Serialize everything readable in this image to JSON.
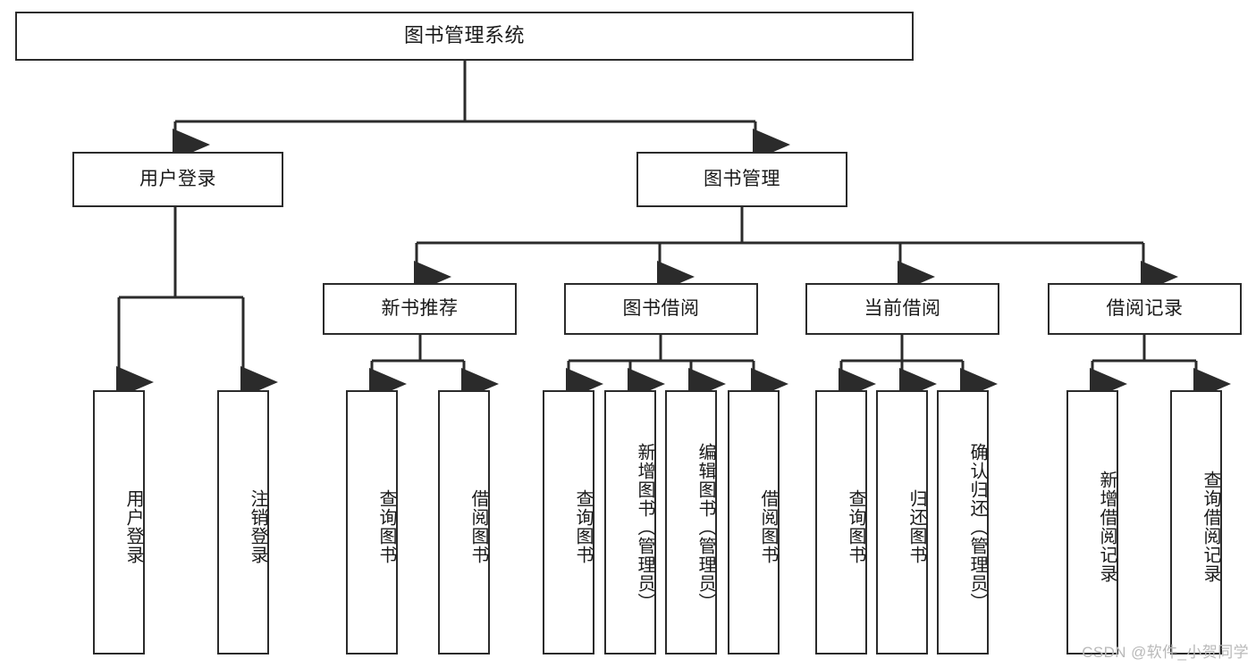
{
  "diagram": {
    "title": "图书管理系统",
    "type": "tree-hierarchy-chart",
    "watermark": "CSDN @软件_小贺同学",
    "colors": {
      "stroke": "#2b2b2b",
      "fill": "#ffffff",
      "text": "#1a1a1a",
      "watermark": "#b9b9b9"
    },
    "levels": {
      "root": {
        "label": "图书管理系统"
      },
      "level2": [
        {
          "id": "user-login",
          "label": "用户登录"
        },
        {
          "id": "book-management",
          "label": "图书管理"
        }
      ],
      "level3": [
        {
          "id": "new-book-recommend",
          "label": "新书推荐"
        },
        {
          "id": "book-borrow",
          "label": "图书借阅"
        },
        {
          "id": "current-borrow",
          "label": "当前借阅"
        },
        {
          "id": "borrow-record",
          "label": "借阅记录"
        }
      ],
      "leaves": {
        "user_login": [
          {
            "id": "leaf-user-login",
            "label": "用户登录"
          },
          {
            "id": "leaf-logout-login",
            "label": "注销登录"
          }
        ],
        "new_book_recommend": [
          {
            "id": "leaf-query-book-1",
            "label": "查询图书"
          },
          {
            "id": "leaf-borrow-book-1",
            "label": "借阅图书"
          }
        ],
        "book_borrow": [
          {
            "id": "leaf-query-book-2",
            "label": "查询图书"
          },
          {
            "id": "leaf-add-book",
            "label": "新增图书（管理员）"
          },
          {
            "id": "leaf-edit-book",
            "label": "编辑图书（管理员）"
          },
          {
            "id": "leaf-borrow-book-2",
            "label": "借阅图书"
          }
        ],
        "current_borrow": [
          {
            "id": "leaf-query-book-3",
            "label": "查询图书"
          },
          {
            "id": "leaf-return-book",
            "label": "归还图书"
          },
          {
            "id": "leaf-confirm-return",
            "label": "确认归还（管理员）"
          }
        ],
        "borrow_record": [
          {
            "id": "leaf-add-record",
            "label": "新增借阅记录"
          },
          {
            "id": "leaf-query-record",
            "label": "查询借阅记录"
          }
        ]
      }
    }
  }
}
